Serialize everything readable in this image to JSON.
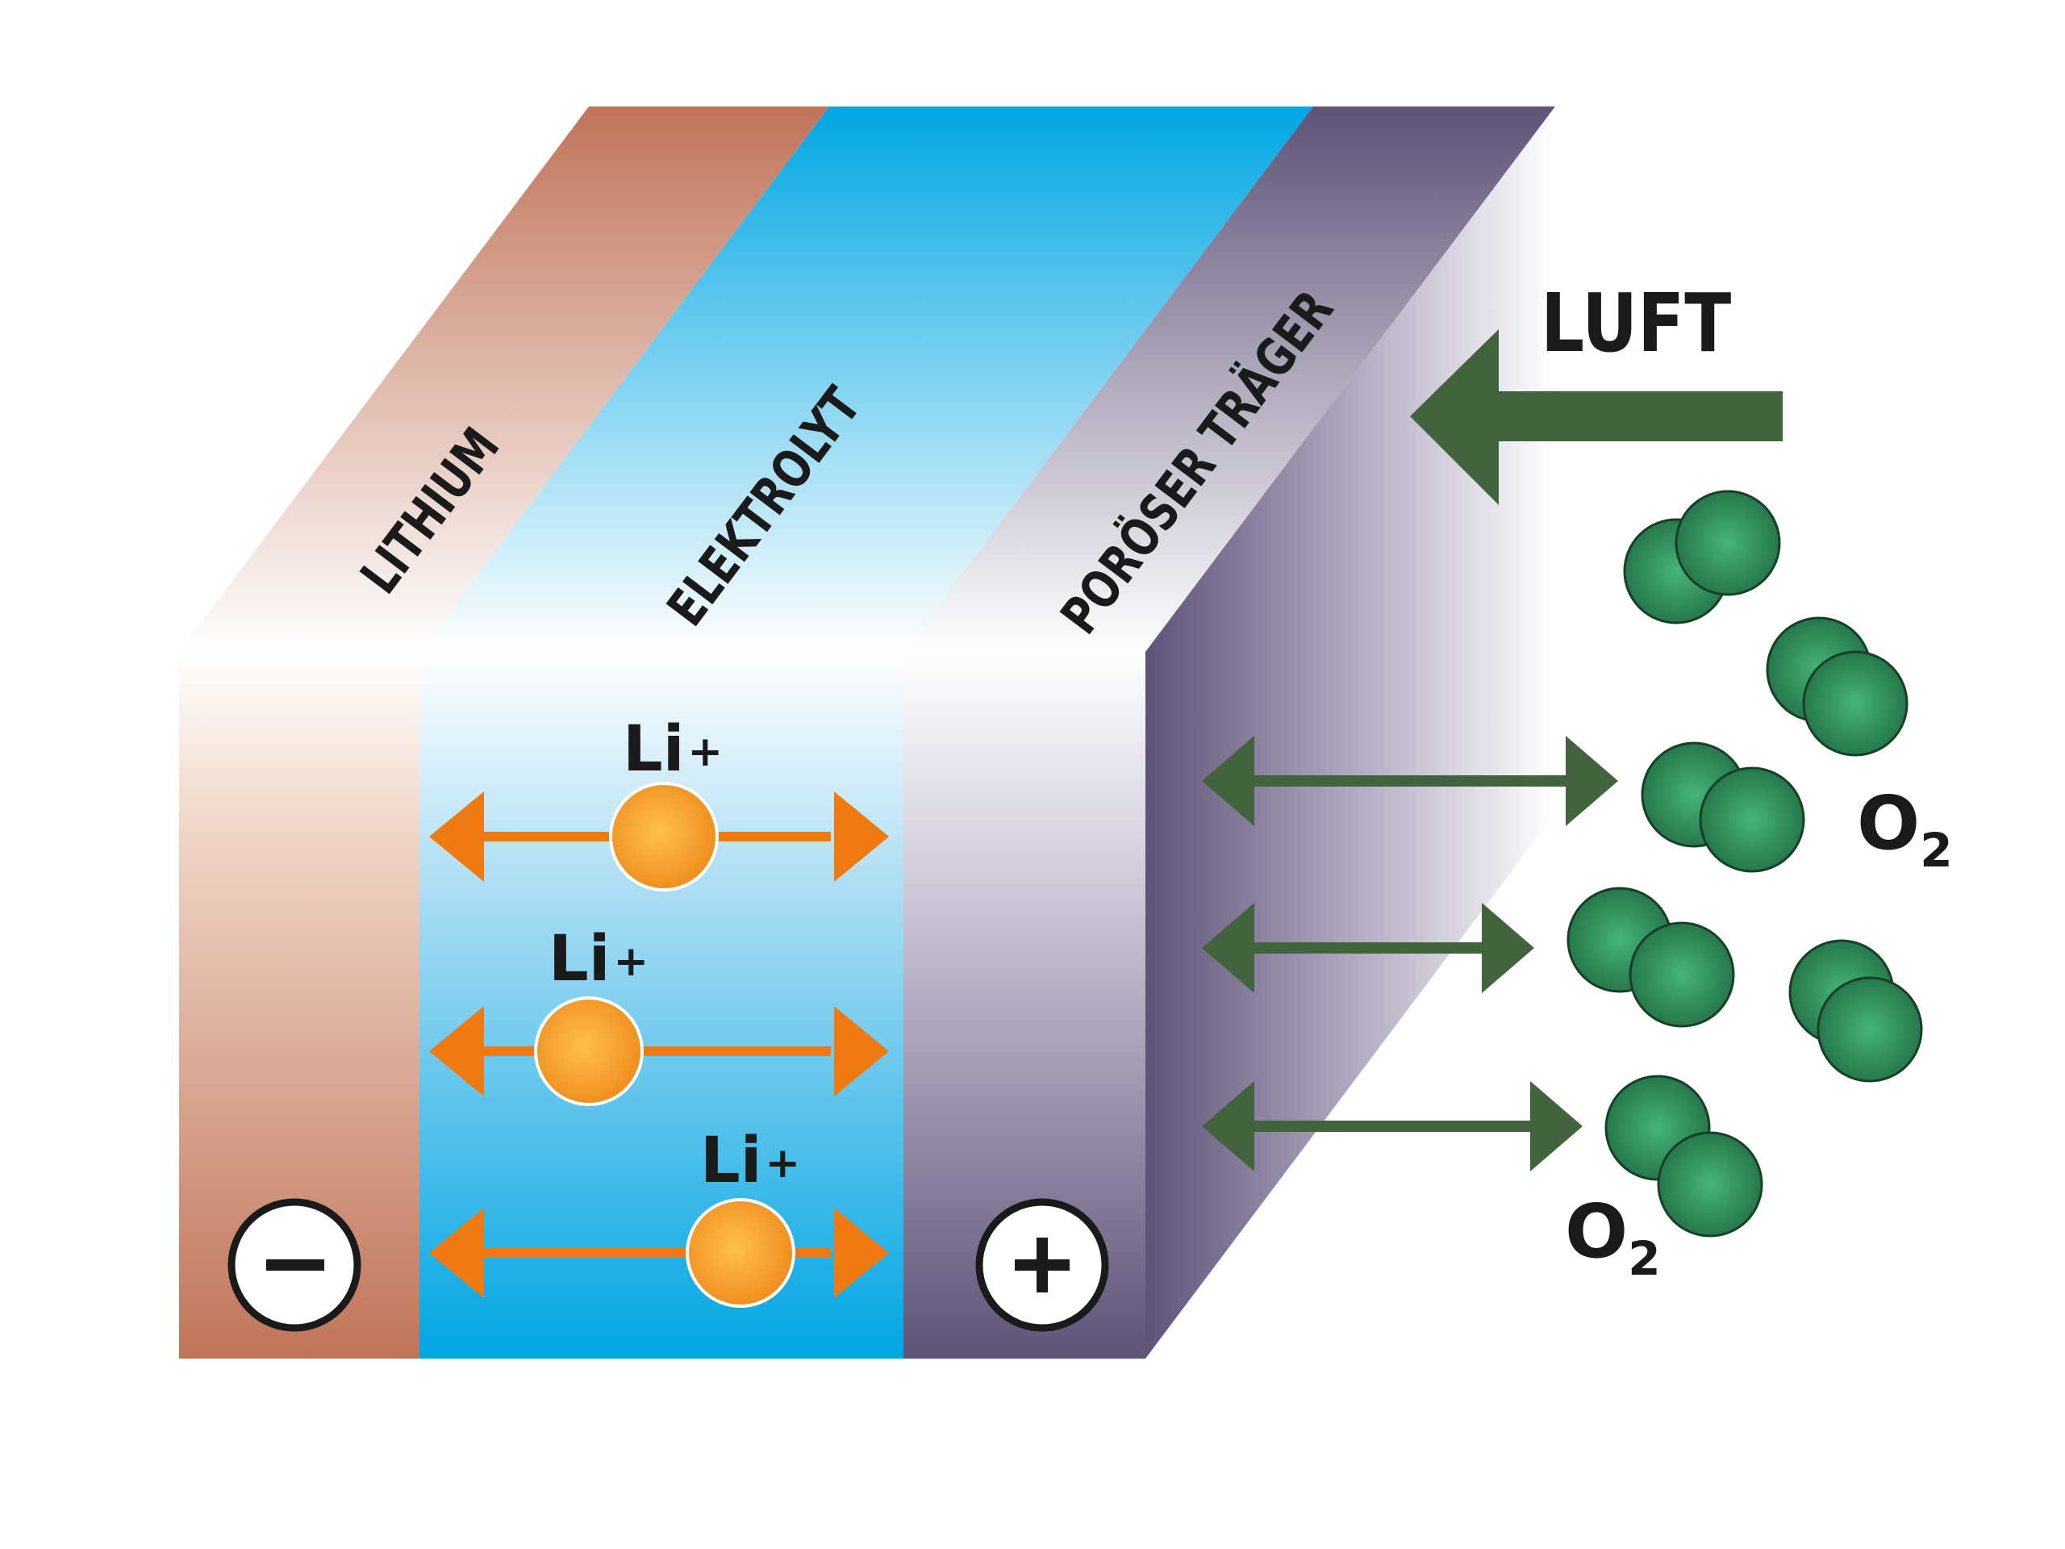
{
  "layers": {
    "lithium": {
      "label": "LITHIUM",
      "sign": "−"
    },
    "electrolyte": {
      "label": "ELEKTROLYT"
    },
    "carrier": {
      "label": "PORÖSER TRÄGER",
      "sign": "+"
    }
  },
  "air": {
    "label": "LUFT"
  },
  "ions": [
    {
      "label_main": "Li",
      "label_sup": "+"
    },
    {
      "label_main": "Li",
      "label_sup": "+"
    },
    {
      "label_main": "Li",
      "label_sup": "+"
    }
  ],
  "oxygen_labels": [
    {
      "main": "O",
      "sub": "2"
    },
    {
      "main": "O",
      "sub": "2"
    }
  ],
  "colors": {
    "lithium": "#c07459",
    "electrolyte": "#00a6e3",
    "carrier": "#5e5378",
    "ion": "#f39a2a",
    "ion_arrow": "#ef7a12",
    "oxygen": "#2f8f55",
    "air_arrow": "#42633e"
  }
}
